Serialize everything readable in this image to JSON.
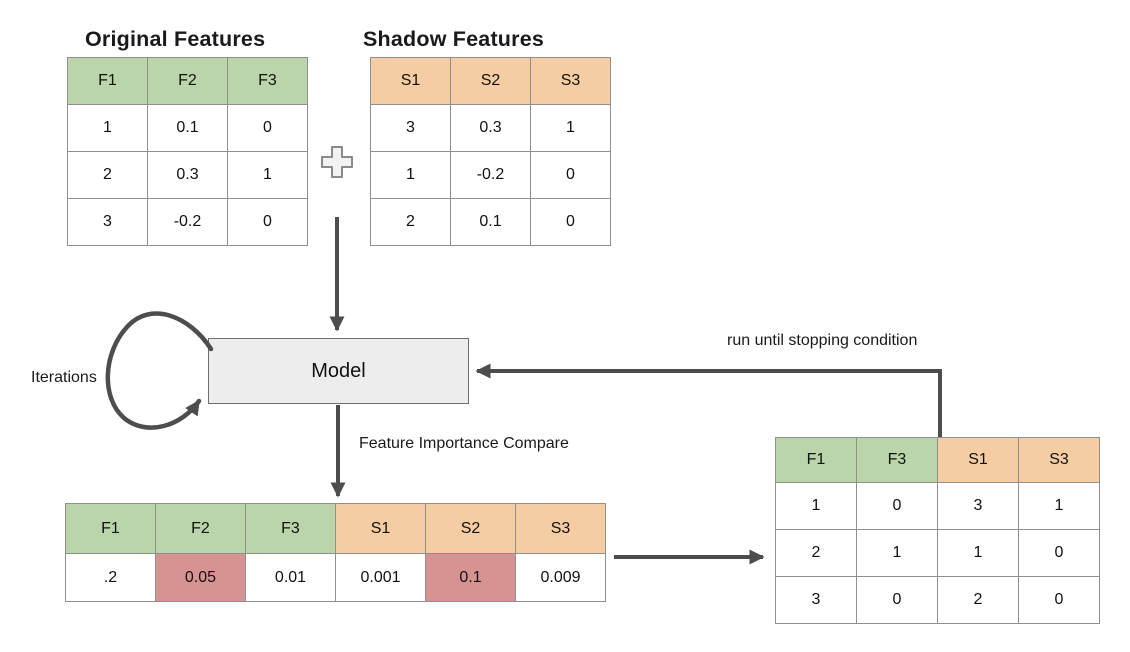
{
  "colors": {
    "green": "#b9d5a9",
    "orange": "#f6cda2",
    "red": "#d79392",
    "model_fill": "#ededed",
    "model_border": "#6e6e6e",
    "arrow": "#4d4d4d",
    "table_border": "#8f8f8f",
    "text": "#111111"
  },
  "labels": {
    "original_title": "Original Features",
    "shadow_title": "Shadow Features",
    "model": "Model",
    "iterations": "Iterations",
    "run_until": "run until stopping condition",
    "feature_importance_compare": "Feature Importance Compare"
  },
  "icons": {
    "combine": "plus-icon"
  },
  "tables": {
    "original": {
      "headers": [
        "F1",
        "F2",
        "F3"
      ],
      "rows": [
        [
          "1",
          "0.1",
          "0"
        ],
        [
          "2",
          "0.3",
          "1"
        ],
        [
          "3",
          "-0.2",
          "0"
        ]
      ]
    },
    "shadow": {
      "headers": [
        "S1",
        "S2",
        "S3"
      ],
      "rows": [
        [
          "3",
          "0.3",
          "1"
        ],
        [
          "1",
          "-0.2",
          "0"
        ],
        [
          "2",
          "0.1",
          "0"
        ]
      ]
    },
    "importance": {
      "headers": [
        "F1",
        "F2",
        "F3",
        "S1",
        "S2",
        "S3"
      ],
      "rows": [
        [
          ".2",
          "0.05",
          "0.01",
          "0.001",
          "0.1",
          "0.009"
        ]
      ],
      "highlighted_columns": [
        "F2",
        "S2"
      ]
    },
    "result": {
      "headers": [
        "F1",
        "F3",
        "S1",
        "S3"
      ],
      "rows": [
        [
          "1",
          "0",
          "3",
          "1"
        ],
        [
          "2",
          "1",
          "1",
          "0"
        ],
        [
          "3",
          "0",
          "2",
          "0"
        ]
      ]
    }
  }
}
